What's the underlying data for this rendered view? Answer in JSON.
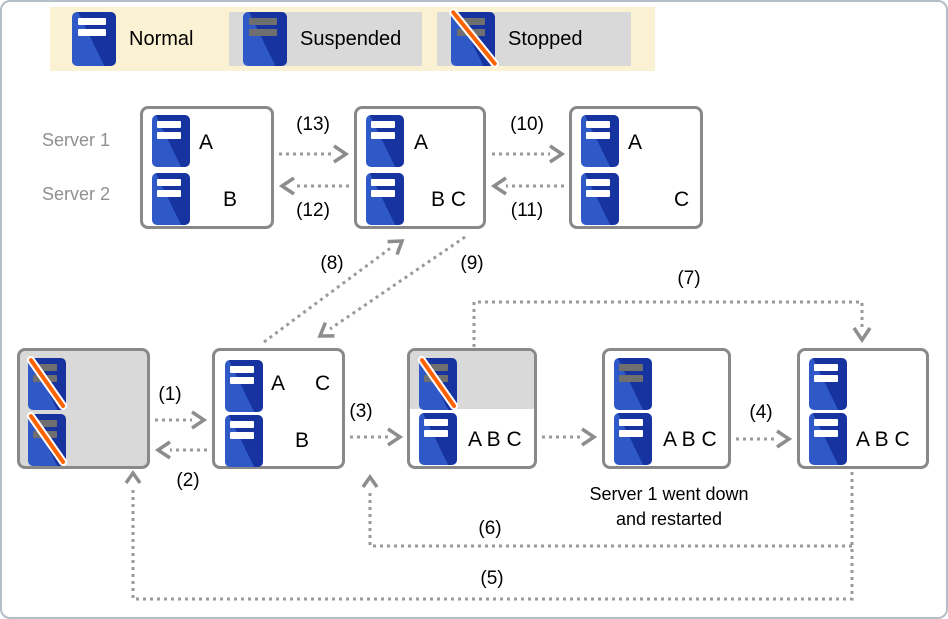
{
  "legend": {
    "items": [
      {
        "label": "Normal",
        "state": "normal"
      },
      {
        "label": "Suspended",
        "state": "suspended"
      },
      {
        "label": "Stopped",
        "state": "stopped"
      }
    ]
  },
  "row_labels": {
    "server1": "Server 1",
    "server2": "Server 2"
  },
  "boxes": {
    "t1": {
      "top": "A",
      "bottom": "B"
    },
    "t2": {
      "top": "A",
      "bottom": "B C"
    },
    "t3": {
      "top": "A",
      "bottom": "C"
    },
    "b2": {
      "top_left": "A",
      "top_right": "C",
      "bottom": "B"
    },
    "b3": {
      "bottom": "A B C"
    },
    "b4": {
      "bottom": "A B C"
    },
    "b5": {
      "bottom": "A B C"
    }
  },
  "arrows": {
    "n1": "(1)",
    "n2": "(2)",
    "n3": "(3)",
    "n4": "(4)",
    "n5": "(5)",
    "n6": "(6)",
    "n7": "(7)",
    "n8": "(8)",
    "n9": "(9)",
    "n10": "(10)",
    "n11": "(11)",
    "n12": "(12)",
    "n13": "(13)"
  },
  "note": {
    "line1": "Server 1 went down",
    "line2": "and restarted"
  },
  "colors": {
    "server_blue_dark": "#17339F",
    "server_blue_light": "#2E59C7",
    "slash_orange": "#FF6200",
    "state_gray": "#D9D9D9",
    "legend_cream": "#FBF1D3",
    "arrow_gray": "#999999",
    "box_border_gray": "#898989"
  }
}
